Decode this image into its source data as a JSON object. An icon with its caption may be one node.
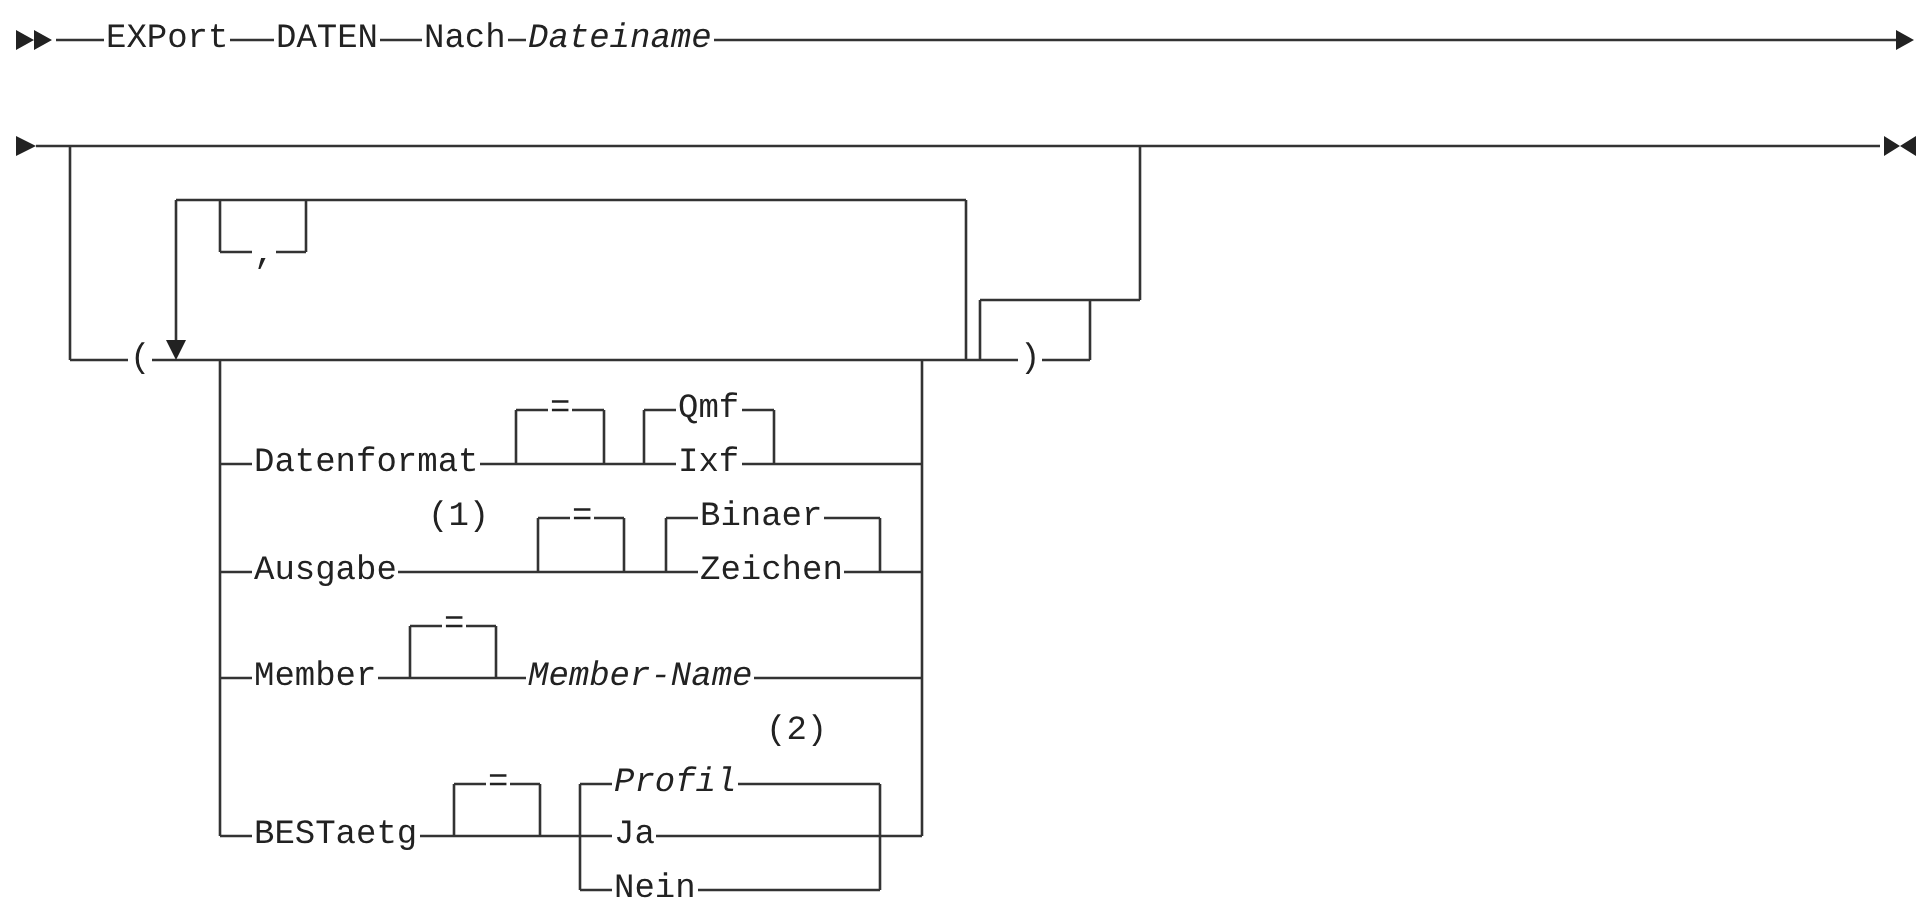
{
  "diagram": {
    "labels": [
      "EXPort",
      "DATEN",
      "Nach",
      "Dateiname",
      ",",
      "(",
      ")",
      "=",
      "Qmf",
      "Datenformat",
      "Ixf",
      "(1)",
      "=",
      "Binaer",
      "Ausgabe",
      "Zeichen",
      "=",
      "Member",
      "Member-Name",
      "(2)",
      "=",
      "Profil",
      "BESTaetg",
      "Ja",
      "Nein"
    ]
  }
}
